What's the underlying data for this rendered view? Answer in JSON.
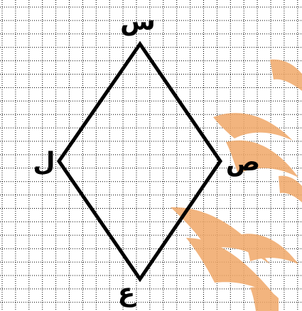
{
  "vertices": {
    "top": "س",
    "right": "ص",
    "bottom": "ع",
    "left": "ل"
  },
  "colors": {
    "grid": "#000000",
    "outline": "#000000",
    "watermark": "#f0a868"
  }
}
